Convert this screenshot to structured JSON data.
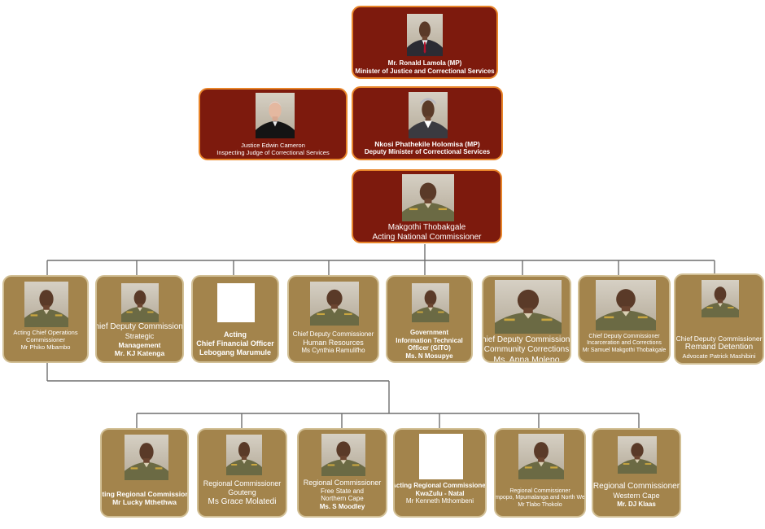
{
  "nodes": {
    "minister": {
      "lines": [
        {
          "text": "Mr. Ronald Lamola (MP)"
        },
        {
          "text": "Minister of Justice and Correctional Services"
        }
      ]
    },
    "judge": {
      "lines": [
        {
          "text": "Justice Edwin Cameron"
        },
        {
          "text": "Inspecting Judge of Correctional Services"
        }
      ]
    },
    "deputy_minister": {
      "lines": [
        {
          "text": "Nkosi Phathekile Holomisa (MP)"
        },
        {
          "text": "Deputy Minister of Correctional Services"
        }
      ]
    },
    "national_commissioner": {
      "lines": [
        {
          "text": "Makgothi Thobakgale"
        },
        {
          "text": "Acting National Commissioner"
        }
      ]
    },
    "ops": {
      "lines": [
        {
          "text": "Acting Chief Operations"
        },
        {
          "text": "Commissioner"
        },
        {
          "text": "Mr Phiko Mbambo"
        }
      ]
    },
    "strategic": {
      "lines": [
        {
          "text": "Chief Deputy Commissioner"
        },
        {
          "text": "Strategic"
        },
        {
          "text": "Management"
        },
        {
          "text": "Mr. KJ Katenga"
        }
      ]
    },
    "cfo": {
      "lines": [
        {
          "text": "Acting"
        },
        {
          "text": "Chief Financial Officer"
        },
        {
          "text": "Lebogang Marumule"
        }
      ]
    },
    "hr": {
      "lines": [
        {
          "text": "Chief Deputy Commissioner"
        },
        {
          "text": "Human Resources"
        },
        {
          "text": "Ms Cynthia Ramulifho"
        }
      ]
    },
    "gito": {
      "lines": [
        {
          "text": "Government"
        },
        {
          "text": "Information Technical"
        },
        {
          "text": "Officer (GITO)"
        },
        {
          "text": "Ms. N Mosupye"
        }
      ]
    },
    "community": {
      "lines": [
        {
          "text": "Chief Deputy Commissioner"
        },
        {
          "text": "Community Corrections"
        },
        {
          "text": "Ms. Anna Molepo"
        }
      ]
    },
    "incarceration": {
      "lines": [
        {
          "text": "Chief Deputy Commissioner"
        },
        {
          "text": "Incarceration and Corrections"
        },
        {
          "text": "Mr Samuel Makgothi Thobakgale"
        }
      ]
    },
    "remand": {
      "lines": [
        {
          "text": "Chief Deputy Commissioner"
        },
        {
          "text": "Remand Detention"
        },
        {
          "text": "Advocate Patrick Mashibini"
        }
      ]
    },
    "ec": {
      "lines": [
        {
          "text": "Acting Regional Commissioner"
        },
        {
          "text": "Mr Lucky Mthethwa"
        }
      ]
    },
    "gauteng": {
      "lines": [
        {
          "text": "Regional Commissioner"
        },
        {
          "text": "Gouteng"
        },
        {
          "text": "Ms Grace Molatedi"
        }
      ]
    },
    "fs": {
      "lines": [
        {
          "text": "Regional Commissioner"
        },
        {
          "text": "Free State   and"
        },
        {
          "text": "Northern Cape"
        },
        {
          "text": "Ms. S Moodley"
        }
      ]
    },
    "kzn": {
      "lines": [
        {
          "text": "Acting Regional Commissioner"
        },
        {
          "text": "KwaZulu - Natal"
        },
        {
          "text": "Mr Kenneth Mthombeni"
        }
      ]
    },
    "lmn": {
      "lines": [
        {
          "text": "Regional Commissioner"
        },
        {
          "text": "Limpopo, Mpumalanga and North West"
        },
        {
          "text": "Mr Tlabo Thokolo"
        }
      ]
    },
    "wc": {
      "lines": [
        {
          "text": "Regional Commissioner"
        },
        {
          "text": "Western Cape"
        },
        {
          "text": "Mr. DJ Klaas"
        }
      ]
    }
  },
  "colors": {
    "dark_box": "#7d1a0d",
    "gold_box": "#a3844c",
    "orange_border": "#e8852a",
    "connector": "#6e6e6e"
  }
}
